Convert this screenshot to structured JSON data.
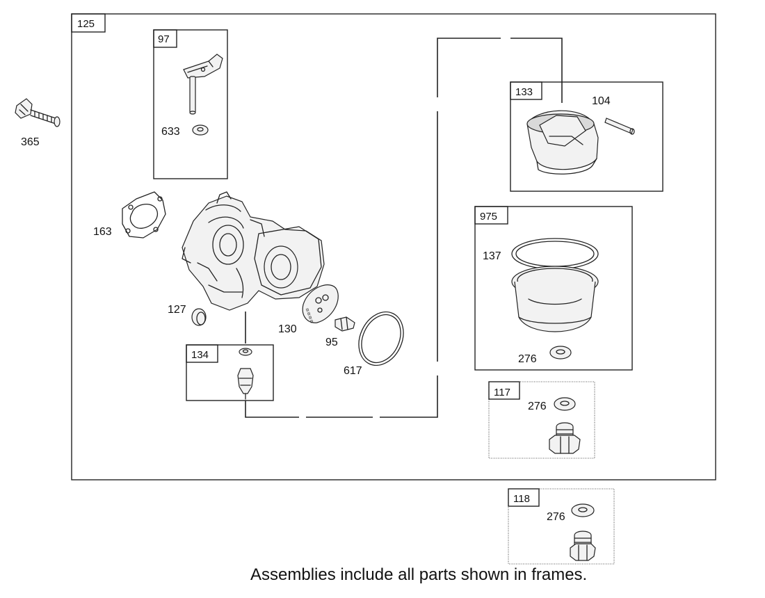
{
  "frames": {
    "f125": "125",
    "f97": "97",
    "f133": "133",
    "f975": "975",
    "f134": "134",
    "f117": "117",
    "f118": "118"
  },
  "parts": {
    "p365": "365",
    "p633": "633",
    "p104": "104",
    "p163": "163",
    "p137": "137",
    "p127": "127",
    "p130": "130",
    "p95": "95",
    "p617": "617",
    "p276a": "276",
    "p276b": "276",
    "p276c": "276"
  },
  "note": "Assemblies include all parts shown in frames."
}
